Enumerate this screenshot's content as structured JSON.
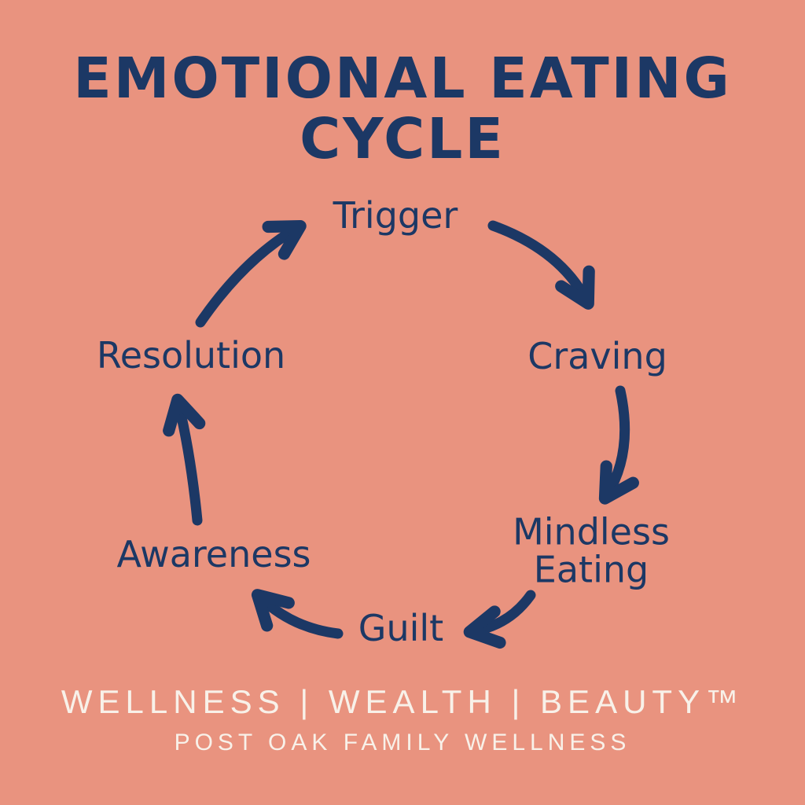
{
  "colors": {
    "background": "#E9937F",
    "diagram_text": "#1C3865",
    "arrow": "#1C3865",
    "footer_text": "#F8F1E9"
  },
  "title": {
    "line1": "EMOTIONAL EATING",
    "line2": "CYCLE"
  },
  "cycle": {
    "stages": [
      "Trigger",
      "Craving",
      "Mindless Eating",
      "Guilt",
      "Awareness",
      "Resolution"
    ]
  },
  "footer": {
    "brand_line": "WELLNESS | WEALTH | BEAUTY™",
    "org_line": "POST OAK FAMILY WELLNESS"
  }
}
